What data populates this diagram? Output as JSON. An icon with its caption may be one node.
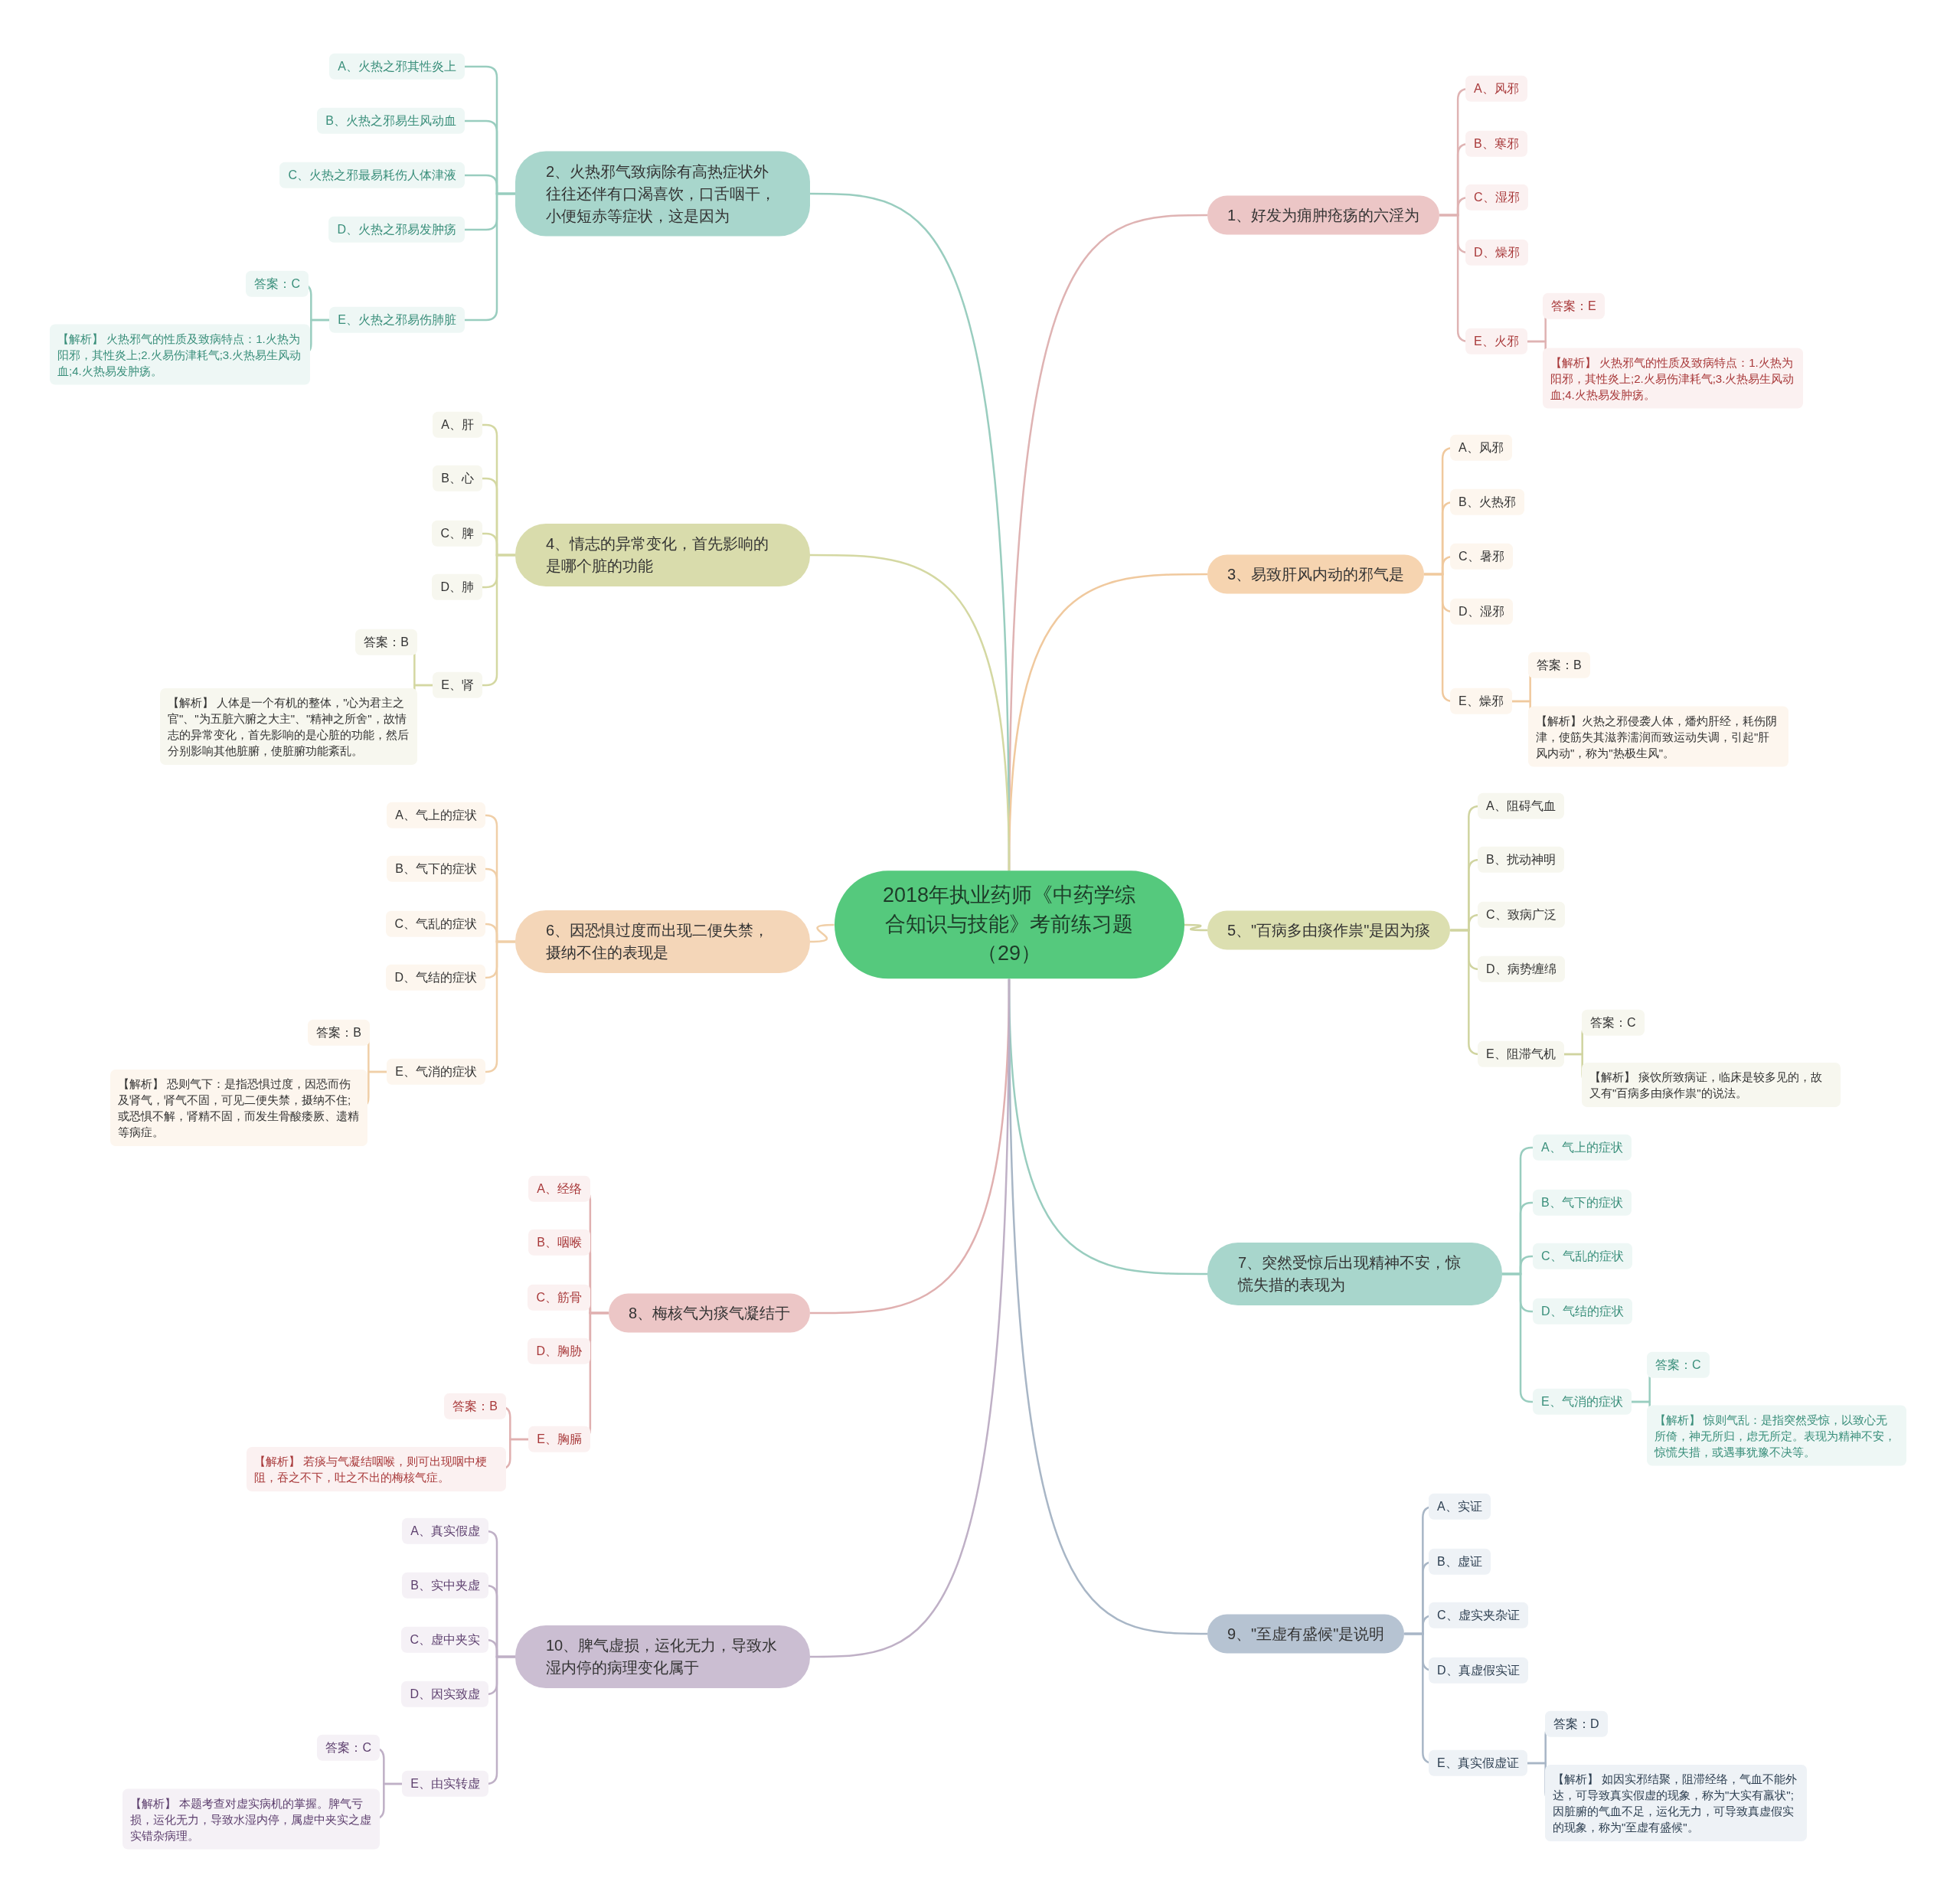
{
  "diagram": {
    "nodes": [
      {
        "text": [
          "2018年执业药师《中药学综合知识与技能》考前练习题（29）"
        ]
      },
      {
        "text": [
          "1、好发为痈肿疮疡的六淫为"
        ]
      },
      {
        "text": [
          "A、风邪"
        ]
      },
      {
        "text": [
          "B、寒邪"
        ]
      },
      {
        "text": [
          "C、湿邪"
        ]
      },
      {
        "text": [
          "D、燥邪"
        ]
      },
      {
        "text": [
          "E、火邪"
        ]
      },
      {
        "text": [
          "答案：E"
        ]
      },
      {
        "text": [
          "【解析】 火热邪气的性质及致病特点：1.火热为阳邪，其性炎上;2.火易伤津耗气;3.火热易生风动血;4.火热易发肿疡。"
        ]
      },
      {
        "text": [
          "2、火热邪气致病除有高热症状外往往还伴有口渴喜饮，口舌咽干，小便短赤等症状，这是因为"
        ]
      },
      {
        "text": [
          "A、火热之邪其性炎上"
        ]
      },
      {
        "text": [
          "B、火热之邪易生风动血"
        ]
      },
      {
        "text": [
          "C、火热之邪最易耗伤人体津液"
        ]
      },
      {
        "text": [
          "D、火热之邪易发肿疡"
        ]
      },
      {
        "text": [
          "E、火热之邪易伤肺脏"
        ]
      },
      {
        "text": [
          "答案：C"
        ]
      },
      {
        "text": [
          "【解析】 火热邪气的性质及致病特点：1.火热为阳邪，其性炎上;2.火易伤津耗气;3.火热易生风动血;4.火热易发肿疡。"
        ]
      },
      {
        "text": [
          "3、易致肝风内动的邪气是"
        ]
      },
      {
        "text": [
          "A、风邪"
        ]
      },
      {
        "text": [
          "B、火热邪"
        ]
      },
      {
        "text": [
          "C、暑邪"
        ]
      },
      {
        "text": [
          "D、湿邪"
        ]
      },
      {
        "text": [
          "E、燥邪"
        ]
      },
      {
        "text": [
          "答案：B"
        ]
      },
      {
        "text": [
          "【解析】火热之邪侵袭人体，燔灼肝经，耗伤阴津，使筋失其滋养濡润而致运动失调，引起\"肝风内动\"，称为\"热极生风\"。"
        ]
      },
      {
        "text": [
          "4、情志的异常变化，首先影响的是哪个脏的功能"
        ]
      },
      {
        "text": [
          "A、肝"
        ]
      },
      {
        "text": [
          "B、心"
        ]
      },
      {
        "text": [
          "C、脾"
        ]
      },
      {
        "text": [
          "D、肺"
        ]
      },
      {
        "text": [
          "E、肾"
        ]
      },
      {
        "text": [
          "答案：B"
        ]
      },
      {
        "text": [
          "【解析】 人体是一个有机的整体，\"心为君主之官\"、\"为五脏六腑之大主\"、\"精神之所舍\"，故情志的异常变化，首先影响的是心脏的功能，然后分别影响其他脏腑，使脏腑功能紊乱。"
        ]
      },
      {
        "text": [
          "5、\"百病多由痰作祟\"是因为痰"
        ]
      },
      {
        "text": [
          "A、阻碍气血"
        ]
      },
      {
        "text": [
          "B、扰动神明"
        ]
      },
      {
        "text": [
          "C、致病广泛"
        ]
      },
      {
        "text": [
          "D、病势缠绵"
        ]
      },
      {
        "text": [
          "E、阻滞气机"
        ]
      },
      {
        "text": [
          "答案：C"
        ]
      },
      {
        "text": [
          "【解析】 痰饮所致病证，临床是较多见的，故又有\"百病多由痰作祟\"的说法。"
        ]
      },
      {
        "text": [
          "6、因恐惧过度而出现二便失禁，摄纳不住的表现是"
        ]
      },
      {
        "text": [
          "A、气上的症状"
        ]
      },
      {
        "text": [
          "B、气下的症状"
        ]
      },
      {
        "text": [
          "C、气乱的症状"
        ]
      },
      {
        "text": [
          "D、气结的症状"
        ]
      },
      {
        "text": [
          "E、气消的症状"
        ]
      },
      {
        "text": [
          "答案：B"
        ]
      },
      {
        "text": [
          "【解析】 恐则气下：是指恐惧过度，因恐而伤及肾气，肾气不固，可见二便失禁，摄纳不住;或恐惧不解，肾精不固，而发生骨酸痿厥、遗精等病症。"
        ]
      },
      {
        "text": [
          "7、突然受惊后出现精神不安，惊慌失措的表现为"
        ]
      },
      {
        "text": [
          "A、气上的症状"
        ]
      },
      {
        "text": [
          "B、气下的症状"
        ]
      },
      {
        "text": [
          "C、气乱的症状"
        ]
      },
      {
        "text": [
          "D、气结的症状"
        ]
      },
      {
        "text": [
          "E、气消的症状"
        ]
      },
      {
        "text": [
          "答案：C"
        ]
      },
      {
        "text": [
          "【解析】 惊则气乱：是指突然受惊，以致心无所倚，神无所归，虑无所定。表现为精神不安，惊慌失措，或遇事犹豫不决等。"
        ]
      },
      {
        "text": [
          "8、梅核气为痰气凝结于"
        ]
      },
      {
        "text": [
          "A、经络"
        ]
      },
      {
        "text": [
          "B、咽喉"
        ]
      },
      {
        "text": [
          "C、筋骨"
        ]
      },
      {
        "text": [
          "D、胸胁"
        ]
      },
      {
        "text": [
          "E、胸膈"
        ]
      },
      {
        "text": [
          "答案：B"
        ]
      },
      {
        "text": [
          "【解析】 若痰与气凝结咽喉，则可出现咽中梗阻，吞之不下，吐之不出的梅核气症。"
        ]
      },
      {
        "text": [
          "9、\"至虚有盛候\"是说明"
        ]
      },
      {
        "text": [
          "A、实证"
        ]
      },
      {
        "text": [
          "B、虚证"
        ]
      },
      {
        "text": [
          "C、虚实夹杂证"
        ]
      },
      {
        "text": [
          "D、真虚假实证"
        ]
      },
      {
        "text": [
          "E、真实假虚证"
        ]
      },
      {
        "text": [
          "答案：D"
        ]
      },
      {
        "text": [
          "【解析】 如因实邪结聚，阻滞经络，气血不能外达，可导致真实假虚的现象，称为\"大实有羸状\";因脏腑的气血不足，运化无力，可导致真虚假实的现象，称为\"至虚有盛候\"。"
        ]
      },
      {
        "text": [
          "10、脾气虚损，运化无力，导致水湿内停的病理变化属于"
        ]
      },
      {
        "text": [
          "A、真实假虚"
        ]
      },
      {
        "text": [
          "B、实中夹虚"
        ]
      },
      {
        "text": [
          "C、虚中夹实"
        ]
      },
      {
        "text": [
          "D、因实致虚"
        ]
      },
      {
        "text": [
          "E、由实转虚"
        ]
      },
      {
        "text": [
          "答案：C"
        ]
      },
      {
        "text": [
          "【解析】 本题考查对虚实病机的掌握。脾气亏损，运化无力，导致水湿内停，属虚中夹实之虚实错杂病理。"
        ]
      }
    ],
    "edges": [
      {
        "from": 0,
        "to": 1,
        "arrow": "none"
      },
      {
        "from": 1,
        "to": 2,
        "arrow": "none"
      },
      {
        "from": 1,
        "to": 3,
        "arrow": "none"
      },
      {
        "from": 1,
        "to": 4,
        "arrow": "none"
      },
      {
        "from": 1,
        "to": 5,
        "arrow": "none"
      },
      {
        "from": 1,
        "to": 6,
        "arrow": "none"
      },
      {
        "from": 6,
        "to": 7,
        "arrow": "none"
      },
      {
        "from": 6,
        "to": 8,
        "arrow": "none"
      },
      {
        "from": 0,
        "to": 9,
        "arrow": "none"
      },
      {
        "from": 9,
        "to": 10,
        "arrow": "none"
      },
      {
        "from": 9,
        "to": 11,
        "arrow": "none"
      },
      {
        "from": 9,
        "to": 12,
        "arrow": "none"
      },
      {
        "from": 9,
        "to": 13,
        "arrow": "none"
      },
      {
        "from": 9,
        "to": 14,
        "arrow": "none"
      },
      {
        "from": 14,
        "to": 15,
        "arrow": "none"
      },
      {
        "from": 14,
        "to": 16,
        "arrow": "none"
      },
      {
        "from": 0,
        "to": 17,
        "arrow": "none"
      },
      {
        "from": 17,
        "to": 18,
        "arrow": "none"
      },
      {
        "from": 17,
        "to": 19,
        "arrow": "none"
      },
      {
        "from": 17,
        "to": 20,
        "arrow": "none"
      },
      {
        "from": 17,
        "to": 21,
        "arrow": "none"
      },
      {
        "from": 17,
        "to": 22,
        "arrow": "none"
      },
      {
        "from": 22,
        "to": 23,
        "arrow": "none"
      },
      {
        "from": 22,
        "to": 24,
        "arrow": "none"
      },
      {
        "from": 0,
        "to": 25,
        "arrow": "none"
      },
      {
        "from": 25,
        "to": 26,
        "arrow": "none"
      },
      {
        "from": 25,
        "to": 27,
        "arrow": "none"
      },
      {
        "from": 25,
        "to": 28,
        "arrow": "none"
      },
      {
        "from": 25,
        "to": 29,
        "arrow": "none"
      },
      {
        "from": 25,
        "to": 30,
        "arrow": "none"
      },
      {
        "from": 30,
        "to": 31,
        "arrow": "none"
      },
      {
        "from": 30,
        "to": 32,
        "arrow": "none"
      },
      {
        "from": 0,
        "to": 33,
        "arrow": "none"
      },
      {
        "from": 33,
        "to": 34,
        "arrow": "none"
      },
      {
        "from": 33,
        "to": 35,
        "arrow": "none"
      },
      {
        "from": 33,
        "to": 36,
        "arrow": "none"
      },
      {
        "from": 33,
        "to": 37,
        "arrow": "none"
      },
      {
        "from": 33,
        "to": 38,
        "arrow": "none"
      },
      {
        "from": 38,
        "to": 39,
        "arrow": "none"
      },
      {
        "from": 38,
        "to": 40,
        "arrow": "none"
      },
      {
        "from": 0,
        "to": 41,
        "arrow": "none"
      },
      {
        "from": 41,
        "to": 42,
        "arrow": "none"
      },
      {
        "from": 41,
        "to": 43,
        "arrow": "none"
      },
      {
        "from": 41,
        "to": 44,
        "arrow": "none"
      },
      {
        "from": 41,
        "to": 45,
        "arrow": "none"
      },
      {
        "from": 41,
        "to": 46,
        "arrow": "none"
      },
      {
        "from": 46,
        "to": 47,
        "arrow": "none"
      },
      {
        "from": 46,
        "to": 48,
        "arrow": "none"
      },
      {
        "from": 0,
        "to": 49,
        "arrow": "none"
      },
      {
        "from": 49,
        "to": 50,
        "arrow": "none"
      },
      {
        "from": 49,
        "to": 51,
        "arrow": "none"
      },
      {
        "from": 49,
        "to": 52,
        "arrow": "none"
      },
      {
        "from": 49,
        "to": 53,
        "arrow": "none"
      },
      {
        "from": 49,
        "to": 54,
        "arrow": "none"
      },
      {
        "from": 54,
        "to": 55,
        "arrow": "none"
      },
      {
        "from": 54,
        "to": 56,
        "arrow": "none"
      },
      {
        "from": 0,
        "to": 57,
        "arrow": "none"
      },
      {
        "from": 57,
        "to": 58,
        "arrow": "none"
      },
      {
        "from": 57,
        "to": 59,
        "arrow": "none"
      },
      {
        "from": 57,
        "to": 60,
        "arrow": "none"
      },
      {
        "from": 57,
        "to": 61,
        "arrow": "none"
      },
      {
        "from": 57,
        "to": 62,
        "arrow": "none"
      },
      {
        "from": 62,
        "to": 63,
        "arrow": "none"
      },
      {
        "from": 62,
        "to": 64,
        "arrow": "none"
      },
      {
        "from": 0,
        "to": 65,
        "arrow": "none"
      },
      {
        "from": 65,
        "to": 66,
        "arrow": "none"
      },
      {
        "from": 65,
        "to": 67,
        "arrow": "none"
      },
      {
        "from": 65,
        "to": 68,
        "arrow": "none"
      },
      {
        "from": 65,
        "to": 69,
        "arrow": "none"
      },
      {
        "from": 65,
        "to": 70,
        "arrow": "none"
      },
      {
        "from": 70,
        "to": 71,
        "arrow": "none"
      },
      {
        "from": 70,
        "to": 72,
        "arrow": "none"
      },
      {
        "from": 0,
        "to": 73,
        "arrow": "none"
      },
      {
        "from": 73,
        "to": 74,
        "arrow": "none"
      },
      {
        "from": 73,
        "to": 75,
        "arrow": "none"
      },
      {
        "from": 73,
        "to": 76,
        "arrow": "none"
      },
      {
        "from": 73,
        "to": 77,
        "arrow": "none"
      },
      {
        "from": 73,
        "to": 78,
        "arrow": "none"
      },
      {
        "from": 78,
        "to": 79,
        "arrow": "none"
      },
      {
        "from": 78,
        "to": 80,
        "arrow": "none"
      }
    ]
  }
}
